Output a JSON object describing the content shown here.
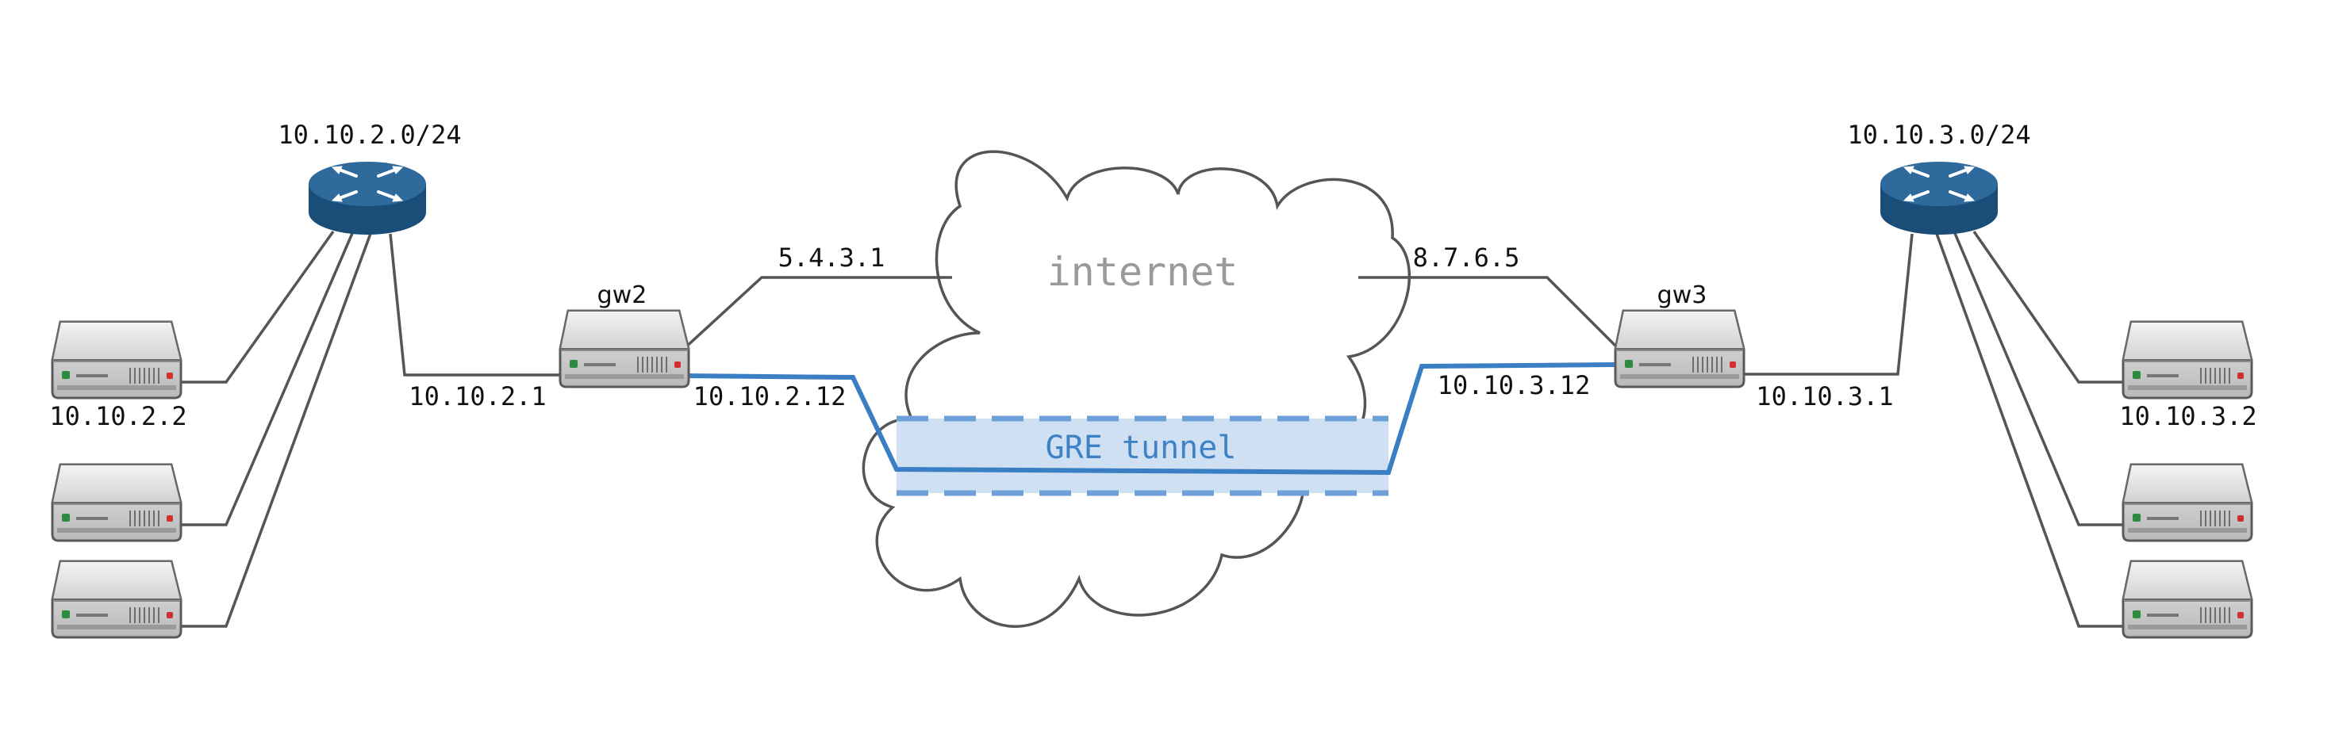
{
  "cloud": {
    "label": "internet"
  },
  "tunnel": {
    "label": "GRE tunnel"
  },
  "gw2": {
    "name": "gw2",
    "lan_ip": "10.10.2.12",
    "wan_ip": "5.4.3.1"
  },
  "gw3": {
    "name": "gw3",
    "lan_ip": "10.10.3.12",
    "wan_ip": "8.7.6.5"
  },
  "router_left": {
    "subnet": "10.10.2.0/24",
    "ip": "10.10.2.1"
  },
  "router_right": {
    "subnet": "10.10.3.0/24",
    "ip": "10.10.3.1"
  },
  "host_left": {
    "ip": "10.10.2.2"
  },
  "host_right": {
    "ip": "10.10.3.2"
  },
  "colors": {
    "router": "#1f5a8a",
    "tunnel_line": "#3a7fc4",
    "tunnel_fill": "#cfe0f3",
    "link": "#555555"
  },
  "icons": {
    "router": "router-icon",
    "server": "server-icon",
    "cloud": "cloud-icon"
  }
}
